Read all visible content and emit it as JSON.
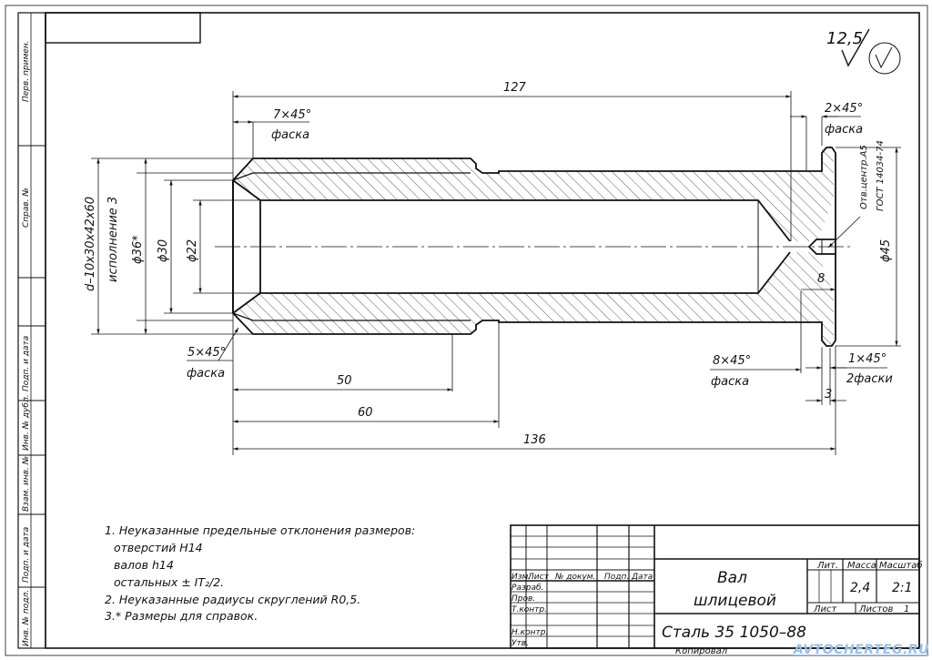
{
  "roughness": {
    "value": "12,5"
  },
  "dims": {
    "d127": "127",
    "d136": "136",
    "d60": "60",
    "d50": "50",
    "d8": "8",
    "d3": "3",
    "dia22": "ϕ22",
    "dia30": "ϕ30",
    "dia36": "ϕ36*",
    "dia45": "ϕ45"
  },
  "chamfers": {
    "c7x45": "7×45°",
    "c7x45_sub": "фаска",
    "c2x45": "2×45°",
    "c2x45_sub": "фаска",
    "c5x45": "5×45°",
    "c5x45_sub": "фаска",
    "c8x45": "8×45°",
    "c8x45_sub": "фаска",
    "c1x45": "1×45°",
    "c1x45_sub": "2фаски"
  },
  "spline": {
    "line1": "d–10x30x42x60",
    "line2": "исполнение 3"
  },
  "center_hole": {
    "line1": "Отв.центр.А5",
    "line2": "ГОСТ 14034-74"
  },
  "side_strip": [
    "Перв. примен.",
    "Справ. №",
    "Подп. и дата",
    "Инв. № дубл.",
    "Взам. инв. №",
    "Подп. и дата",
    "Инв. № подл."
  ],
  "notes": [
    "1. Неуказанные предельные отклонения размеров:",
    "отверстий Н14",
    "валов h14",
    "остальных ± IT₂/2.",
    "2. Неуказанные радиусы скруглений R0,5.",
    "3.* Размеры для справок."
  ],
  "title_block": {
    "col_headers": [
      "Изм.",
      "Лист",
      "№ докум.",
      "Подп.",
      "Дата"
    ],
    "row_labels": [
      "Разраб.",
      "Пров.",
      "Т.контр.",
      "",
      "Н.контр.",
      "Утв."
    ],
    "name_line1": "Вал",
    "name_line2": "шлицевой",
    "material": "Сталь 35 1050–88",
    "lit_label": "Лит.",
    "mass_label": "Масса",
    "scale_label": "Масштаб",
    "mass_value": "2,4",
    "scale_value": "2:1",
    "sheet_label": "Лист",
    "sheets_label": "Листов",
    "sheets_value": "1",
    "copied": "Копировал"
  },
  "watermark": "AVTOCHERTEG.RU"
}
